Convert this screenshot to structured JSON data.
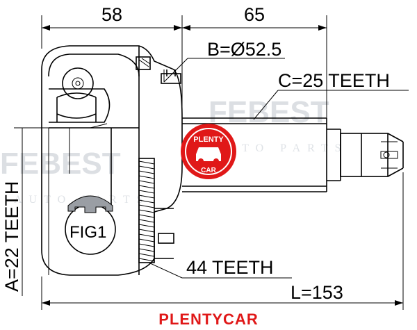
{
  "dimensions": {
    "left_length": "58",
    "right_length": "65",
    "b_diameter": "B=Ø52.5",
    "c_teeth": "C=25 TEETH",
    "a_teeth": "A=22 TEETH",
    "abs_teeth": "44 TEETH",
    "total_length": "L=153"
  },
  "figure": {
    "label": "FIG1"
  },
  "watermark": {
    "brand": "FEBEST",
    "tagline": "AUTO PARTS"
  },
  "logo": {
    "line1": "PLENTY",
    "line2": "CAR"
  },
  "footer": {
    "brand": "PLENTYCAR"
  },
  "colors": {
    "brand_red": "#e01818",
    "watermark_gray": "#d6dadf"
  }
}
